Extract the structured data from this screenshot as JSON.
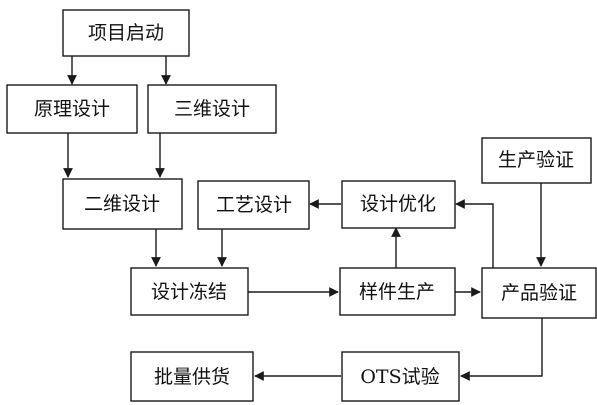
{
  "diagram": {
    "nodes": {
      "project_start": "项目启动",
      "principle_design": "原理设计",
      "design_3d": "三维设计",
      "design_2d": "二维设计",
      "process_design": "工艺设计",
      "design_optimization": "设计优化",
      "production_verification": "生产验证",
      "design_freeze": "设计冻结",
      "sample_production": "样件生产",
      "product_verification": "产品验证",
      "batch_supply": "批量供货",
      "ots_test": "OTS试验"
    },
    "edges": [
      {
        "from": "project_start",
        "to": "principle_design"
      },
      {
        "from": "project_start",
        "to": "design_3d"
      },
      {
        "from": "principle_design",
        "to": "design_2d"
      },
      {
        "from": "design_3d",
        "to": "design_2d"
      },
      {
        "from": "design_2d",
        "to": "design_freeze"
      },
      {
        "from": "process_design",
        "to": "design_freeze"
      },
      {
        "from": "design_freeze",
        "to": "sample_production"
      },
      {
        "from": "sample_production",
        "to": "product_verification"
      },
      {
        "from": "sample_production",
        "to": "design_optimization"
      },
      {
        "from": "design_optimization",
        "to": "process_design"
      },
      {
        "from": "product_verification",
        "to": "design_optimization"
      },
      {
        "from": "production_verification",
        "to": "product_verification"
      },
      {
        "from": "product_verification",
        "to": "ots_test"
      },
      {
        "from": "ots_test",
        "to": "batch_supply"
      }
    ]
  }
}
